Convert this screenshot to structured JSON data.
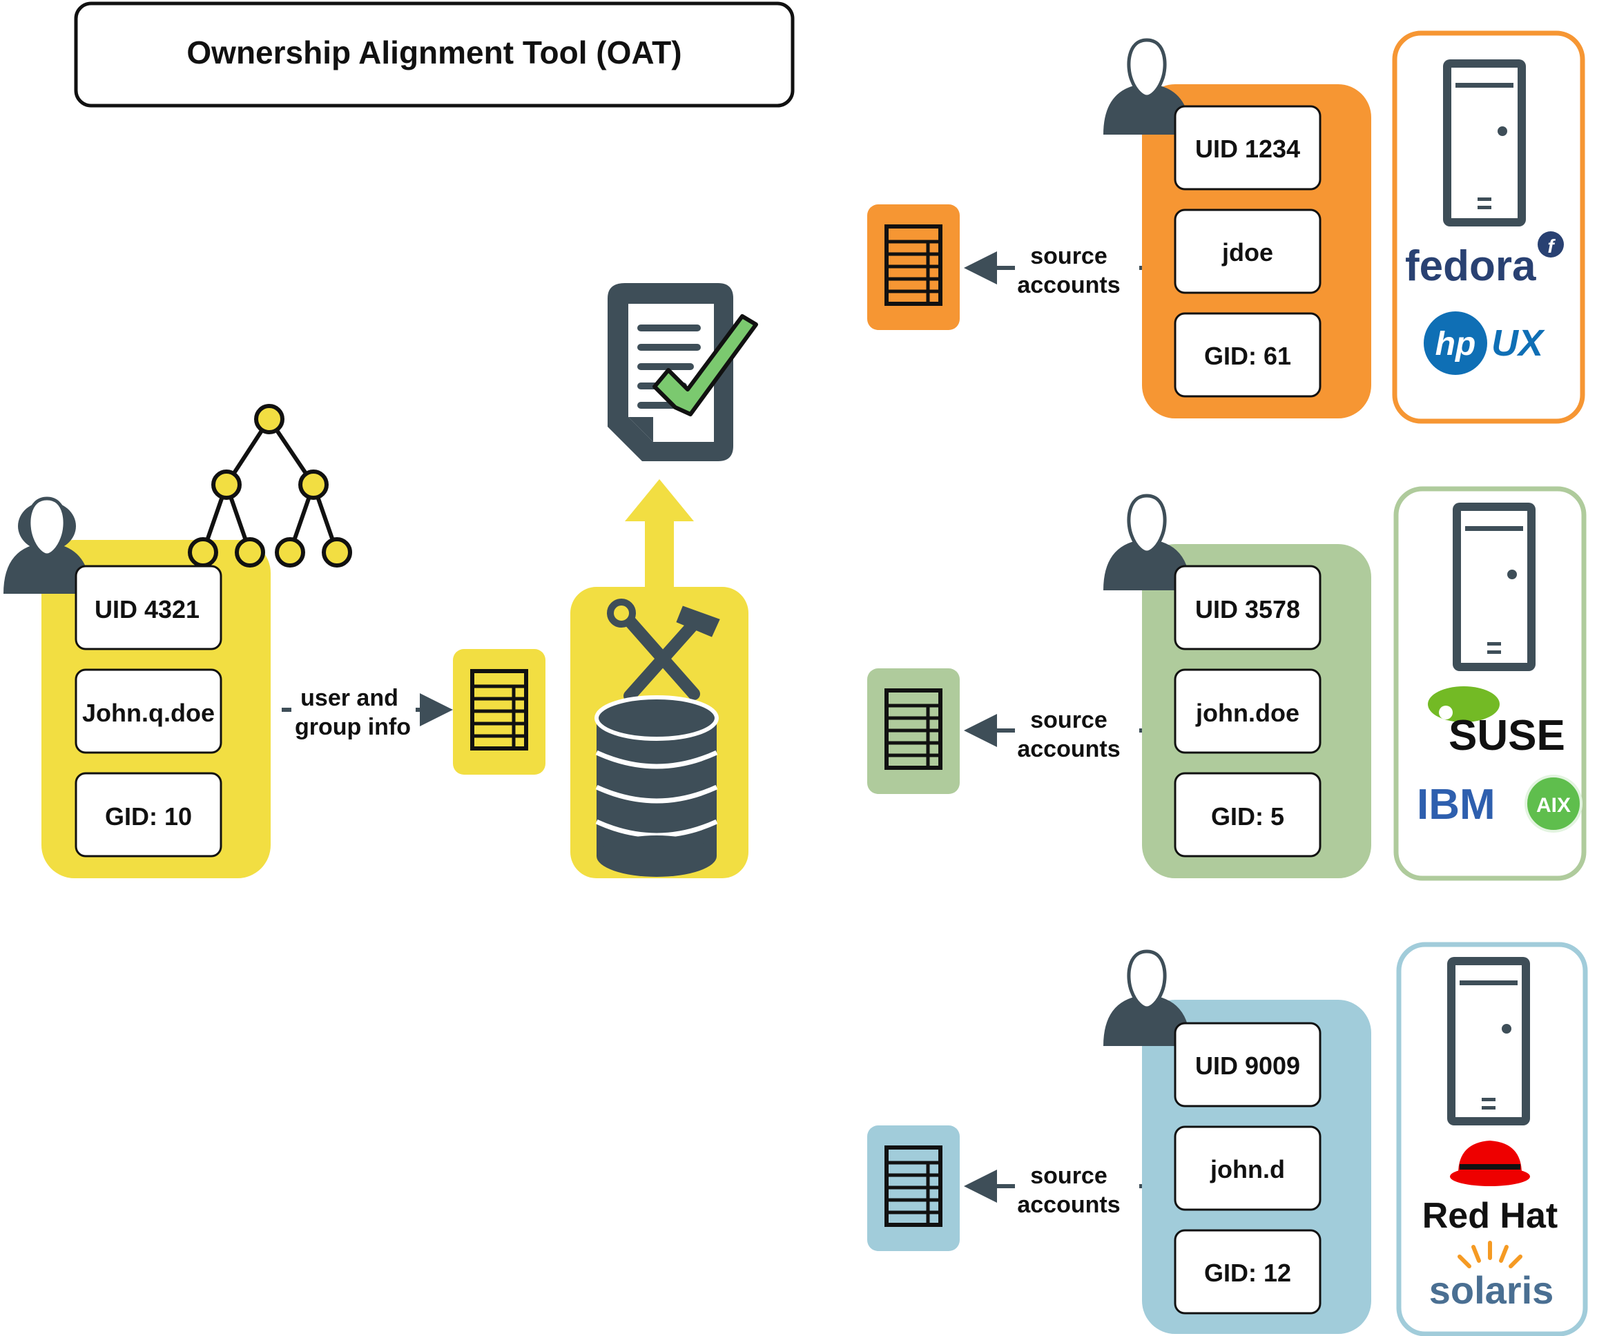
{
  "title": "Ownership Alignment Tool (OAT)",
  "colors": {
    "yellow": "#F2DE42",
    "orange": "#F69633",
    "green": "#AFCB9C",
    "blue": "#A1CCDA",
    "slate": "#3E4E58",
    "check": "#7BC96F"
  },
  "central_account": {
    "uid": "UID 4321",
    "name": "John.q.doe",
    "gid": "GID: 10",
    "flow_label_line1": "user and",
    "flow_label_line2": "group info"
  },
  "source_label_line1": "source",
  "source_label_line2": "accounts",
  "source_systems": [
    {
      "uid": "UID 1234",
      "name": "jdoe",
      "gid": "GID: 61",
      "logos": [
        "fedora",
        "hpux"
      ],
      "logo_text": [
        "fedora",
        "UX"
      ]
    },
    {
      "uid": "UID 3578",
      "name": "john.doe",
      "gid": "GID: 5",
      "logos": [
        "suse",
        "ibm-aix"
      ],
      "logo_text": [
        "SUSE",
        "IBM",
        "AIX"
      ]
    },
    {
      "uid": "UID 9009",
      "name": "john.d",
      "gid": "GID: 12",
      "logos": [
        "redhat",
        "solaris"
      ],
      "logo_text": [
        "Red Hat",
        "solaris"
      ]
    }
  ]
}
